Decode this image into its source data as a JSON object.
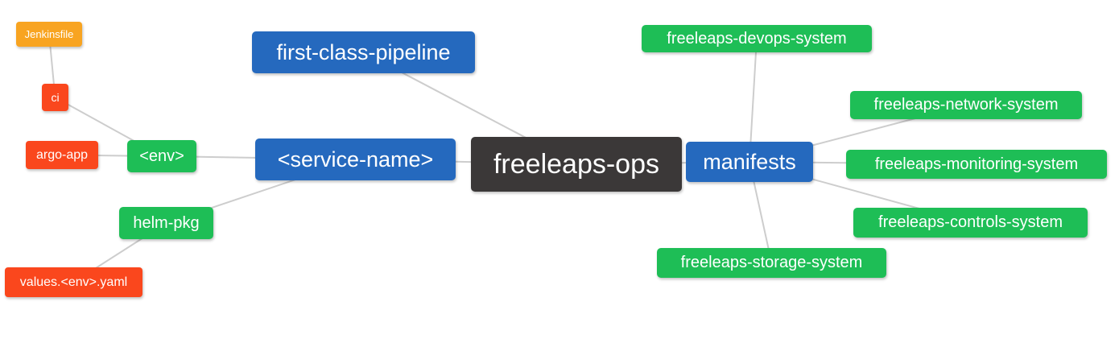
{
  "diagram": {
    "type": "mindmap",
    "root": "freeleaps-ops"
  },
  "colors": {
    "blue": "#2569be",
    "green": "#1ebe56",
    "red": "#fa471d",
    "orange": "#f8a421",
    "dark": "#3b3838",
    "edge": "#cdcdcd",
    "background": "#ffffff",
    "text": "#ffffff"
  },
  "nodes": {
    "jenkinsfile": {
      "label": "Jenkinsfile",
      "color": "orange"
    },
    "ci": {
      "label": "ci",
      "color": "red"
    },
    "argo-app": {
      "label": "argo-app",
      "color": "red"
    },
    "env": {
      "label": "<env>",
      "color": "green"
    },
    "service-name": {
      "label": "<service-name>",
      "color": "blue"
    },
    "first-class-pipeline": {
      "label": "first-class-pipeline",
      "color": "blue"
    },
    "freeleaps-ops": {
      "label": "freeleaps-ops",
      "color": "dark"
    },
    "manifests": {
      "label": "manifests",
      "color": "blue"
    },
    "devops-system": {
      "label": "freeleaps-devops-system",
      "color": "green"
    },
    "network-system": {
      "label": "freeleaps-network-system",
      "color": "green"
    },
    "monitoring-system": {
      "label": "freeleaps-monitoring-system",
      "color": "green"
    },
    "controls-system": {
      "label": "freeleaps-controls-system",
      "color": "green"
    },
    "storage-system": {
      "label": "freeleaps-storage-system",
      "color": "green"
    },
    "helm-pkg": {
      "label": "helm-pkg",
      "color": "green"
    },
    "values-env-yaml": {
      "label": "values.<env>.yaml",
      "color": "red"
    }
  },
  "edges": [
    [
      "jenkinsfile",
      "ci"
    ],
    [
      "ci",
      "env"
    ],
    [
      "argo-app",
      "env"
    ],
    [
      "env",
      "service-name"
    ],
    [
      "helm-pkg",
      "service-name"
    ],
    [
      "values-env-yaml",
      "helm-pkg"
    ],
    [
      "service-name",
      "freeleaps-ops"
    ],
    [
      "first-class-pipeline",
      "freeleaps-ops"
    ],
    [
      "freeleaps-ops",
      "manifests"
    ],
    [
      "manifests",
      "devops-system"
    ],
    [
      "manifests",
      "network-system"
    ],
    [
      "manifests",
      "monitoring-system"
    ],
    [
      "manifests",
      "controls-system"
    ],
    [
      "manifests",
      "storage-system"
    ]
  ]
}
